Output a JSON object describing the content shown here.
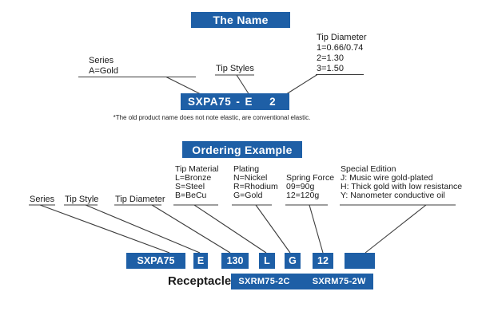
{
  "colors": {
    "accent_blue": "#1E5FA6",
    "line": "#3C3C3C",
    "text": "#1A1A1A"
  },
  "name_section": {
    "banner_label": "The Name",
    "series_label": "Series",
    "series_value": "A=Gold",
    "tip_styles_label": "Tip Styles",
    "tip_diameter": {
      "title": "Tip Diameter",
      "options": [
        "1=0.66/0.74",
        "2=1.30",
        "3=1.50"
      ]
    },
    "code": {
      "series": "SXPA75",
      "separator": "-",
      "tip_style": "E",
      "tip_diameter": "2"
    },
    "note": "*The old product name does not note elastic, are conventional elastic."
  },
  "ordering_section": {
    "banner_label": "Ordering Example",
    "series_label": "Series",
    "tip_style_label": "Tip Style",
    "tip_diameter_label": "Tip Diameter",
    "tip_material": {
      "title": "Tip Material",
      "options": [
        "L=Bronze",
        "S=Steel",
        "B=BeCu"
      ]
    },
    "plating": {
      "title": "Plating",
      "options": [
        "N=Nickel",
        "R=Rhodium",
        "G=Gold"
      ]
    },
    "spring_force": {
      "title": "Spring Force",
      "options": [
        "09=90g",
        "12=120g"
      ]
    },
    "special_edition": {
      "title": "Special Edition",
      "options": [
        "J: Music wire gold-plated",
        "H: Thick gold with low resistance",
        "Y: Nanometer conductive oil"
      ]
    },
    "code_boxes": [
      "SXPA75",
      "E",
      "130",
      "L",
      "G",
      "12",
      ""
    ],
    "receptacle_label": "Receptacle",
    "receptacle_models": [
      "SXRM75-2C",
      "SXRM75-2W"
    ]
  }
}
